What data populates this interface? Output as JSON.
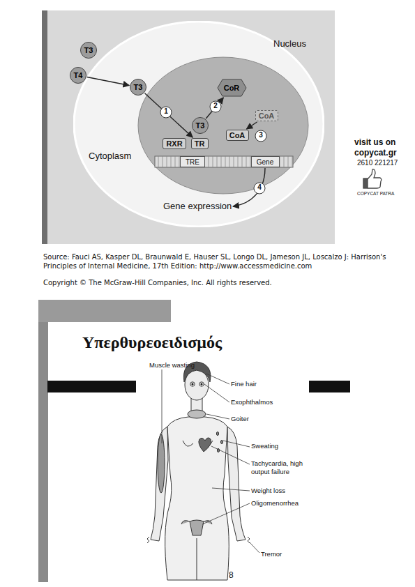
{
  "diagram": {
    "title": "Υπερθυρεοειδισμός",
    "nodes": [
      {
        "text": [
          "T3"
        ]
      },
      {
        "text": [
          "T4"
        ]
      },
      {
        "text": [
          "Cytoplasm"
        ]
      },
      {
        "text": [
          "T3"
        ],
        "in": 2
      },
      {
        "text": [
          "CoR"
        ],
        "in": 2
      },
      {
        "text": [
          "CoA"
        ],
        "in": 2
      },
      {
        "text": [
          "T3"
        ],
        "in": 2
      },
      {
        "text": [
          "CoA"
        ],
        "in": 2
      },
      {
        "text": [
          "RXR"
        ],
        "in": 2
      },
      {
        "text": [
          "TR"
        ],
        "in": 2
      },
      {
        "text": [
          "TRE"
        ],
        "in": 2
      },
      {
        "text": [
          "Gene"
        ],
        "in": 2
      }
    ],
    "edges": [
      {
        "from": 1,
        "to": 3,
        "arrow": "to"
      },
      {
        "from": 3,
        "to": 9,
        "arrow": "to"
      },
      {
        "from": 6,
        "to": 4,
        "arrow": "to"
      },
      {
        "from": 5,
        "to": 7,
        "arrow": "to"
      }
    ],
    "labels": [
      "Nucleus",
      "1",
      "2",
      "3",
      "4",
      "Gene expression",
      "Source: Fauci AS, Kasper DL, Braunwald E, Hauser SL, Longo DL, Jameson JL, Loscalzo J: Harrison's Principles of Internal Medicine, 17th Edition: http://www.accessmedicine.com",
      "Copyright © The McGraw-Hill Companies, Inc. All rights reserved.",
      "visit us on",
      "copycat.gr",
      "2610 221217",
      "COPYCAT PATRA",
      "Muscle wasting",
      "Fine hair",
      "Exophthalmos",
      "Goiter",
      "Sweating",
      "Tachycardia, high output failure",
      "Weight loss",
      "Oligomenorrhea",
      "Tremor",
      "8"
    ]
  }
}
